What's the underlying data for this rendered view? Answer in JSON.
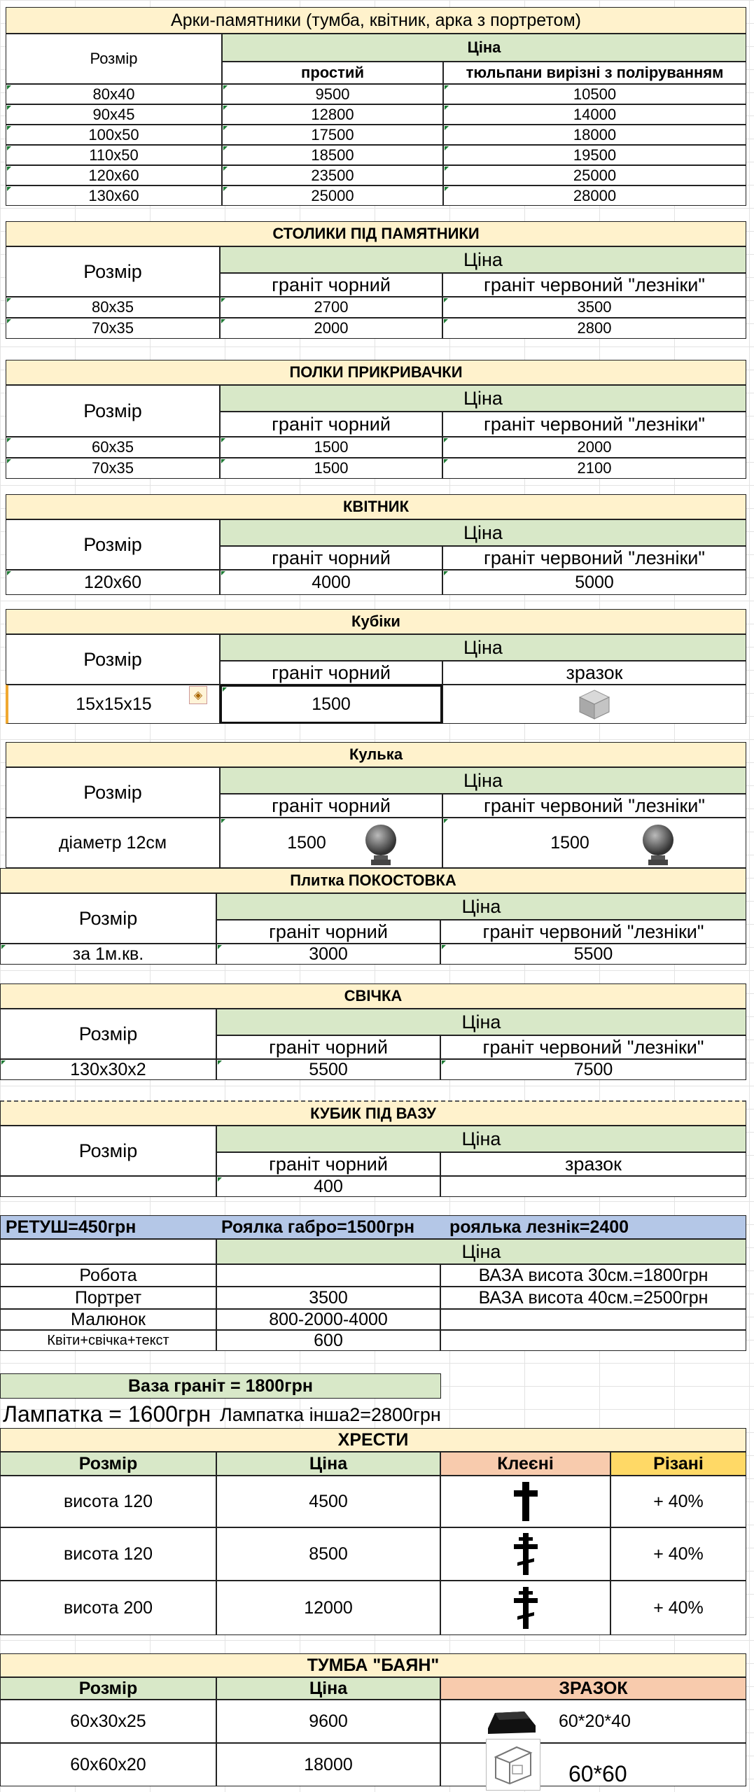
{
  "arches": {
    "title": "Арки-памятники (тумба, квітник, арка з портретом)",
    "size_label": "Розмір",
    "price_label": "Ціна",
    "col_simple": "простий",
    "col_tulips": "тюльпани вирізні з поліруванням",
    "rows": [
      {
        "size": "80x40",
        "a": "9500",
        "b": "10500"
      },
      {
        "size": "90x45",
        "a": "12800",
        "b": "14000"
      },
      {
        "size": "100x50",
        "a": "17500",
        "b": "18000"
      },
      {
        "size": "110x50",
        "a": "18500",
        "b": "19500"
      },
      {
        "size": "120x60",
        "a": "23500",
        "b": "25000"
      },
      {
        "size": "130x60",
        "a": "25000",
        "b": "28000"
      }
    ]
  },
  "tables": {
    "title": "СТОЛИКИ ПІД ПАМЯТНИКИ",
    "size_label": "Розмір",
    "price_label": "Ціна",
    "col_black": "граніт чорний",
    "col_red": "граніт червоний \"лезніки\"",
    "rows": [
      {
        "size": "80x35",
        "a": "2700",
        "b": "3500"
      },
      {
        "size": "70x35",
        "a": "2000",
        "b": "2800"
      }
    ]
  },
  "shelves": {
    "title": "ПОЛКИ ПРИКРИВАЧКИ",
    "size_label": "Розмір",
    "price_label": "Ціна",
    "col_black": "граніт чорний",
    "col_red": "граніт червоний \"лезніки\"",
    "rows": [
      {
        "size": "60x35",
        "a": "1500",
        "b": "2000"
      },
      {
        "size": "70x35",
        "a": "1500",
        "b": "2100"
      }
    ]
  },
  "flowerbed": {
    "title": "КВІТНИК",
    "size_label": "Розмір",
    "price_label": "Ціна",
    "col_black": "граніт чорний",
    "col_red": "граніт червоний \"лезніки\"",
    "rows": [
      {
        "size": "120x60",
        "a": "4000",
        "b": "5000"
      }
    ]
  },
  "cubes": {
    "title": "Кубіки",
    "size_label": "Розмір",
    "price_label": "Ціна",
    "col_black": "граніт чорний",
    "col_sample": "зразок",
    "size": "15x15x15",
    "price": "1500",
    "sample_icon": "cube-icon"
  },
  "ball": {
    "title": "Кулька",
    "size_label": "Розмір",
    "price_label": "Ціна",
    "col_black": "граніт чорний",
    "col_red": "граніт червоний \"лезніки\"",
    "size": "діаметр 12см",
    "a": "1500",
    "b": "1500",
    "icon": "granite-ball-icon"
  },
  "tiles": {
    "title": "Плитка ПОКОСТОВКА",
    "size_label": "Розмір",
    "price_label": "Ціна",
    "col_black": "граніт чорний",
    "col_red": "граніт червоний \"лезніки\"",
    "size": "за 1м.кв.",
    "a": "3000",
    "b": "5500"
  },
  "candle": {
    "title": "СВІЧКА",
    "size_label": "Розмір",
    "price_label": "Ціна",
    "col_black": "граніт чорний",
    "col_red": "граніт червоний \"лезніки\"",
    "size": "130x30x2",
    "a": "5500",
    "b": "7500"
  },
  "vase_cube": {
    "title": "КУБИК ПІД ВАЗУ",
    "size_label": "Розмір",
    "price_label": "Ціна",
    "col_black": "граніт чорний",
    "col_sample": "зразок",
    "price": "400"
  },
  "services": {
    "retouch": "РЕТУШ=450грн",
    "gabbro": "Роялка габро=1500грн",
    "leznik": "роялька лезнік=2400",
    "price_label": "Ціна",
    "rows": [
      {
        "label": "Робота",
        "price": "",
        "extra": "ВАЗА висота 30см.=1800грн"
      },
      {
        "label": "Портрет",
        "price": "3500",
        "extra": "ВАЗА висота 40см.=2500грн"
      },
      {
        "label": "Малюнок",
        "price": "800-2000-4000",
        "extra": ""
      },
      {
        "label": "Квіти+свічка+текст",
        "price": "600",
        "extra": ""
      }
    ]
  },
  "vase_granite": "Ваза граніт = 1800грн",
  "lamp": "Лампатка = 1600грн",
  "lamp_other": "Лампатка інша2=2800грн",
  "crosses": {
    "title": "ХРЕСТИ",
    "col_size": "Розмір",
    "col_price": "Ціна",
    "col_glued": "Клеєні",
    "col_cut": "Різані",
    "rows": [
      {
        "size": "висота 120",
        "price": "4500",
        "icon": "latin-cross-icon",
        "cut": "+ 40%"
      },
      {
        "size": "висота 120",
        "price": "8500",
        "icon": "orthodox-cross-icon",
        "cut": "+ 40%"
      },
      {
        "size": "висота 200",
        "price": "12000",
        "icon": "orthodox-cross-icon",
        "cut": "+ 40%"
      }
    ]
  },
  "bayan": {
    "title": "ТУМБА \"БАЯН\"",
    "col_size": "Розмір",
    "col_price": "Ціна",
    "col_sample": "ЗРАЗОК",
    "rows": [
      {
        "size": "60x30x25",
        "price": "9600",
        "sample": "60*20*40",
        "icon": "bayan-pedestal-icon"
      },
      {
        "size": "60x60x20",
        "price": "18000",
        "sample": "60*60",
        "icon": "pedestal-sketch-icon"
      }
    ]
  },
  "colors": {
    "header_yellow": "#fff2cc",
    "price_green": "#d8e8c8",
    "services_blue": "#b4c7e7",
    "glued_orange": "#f8cbad",
    "cut_gold": "#ffd966"
  }
}
